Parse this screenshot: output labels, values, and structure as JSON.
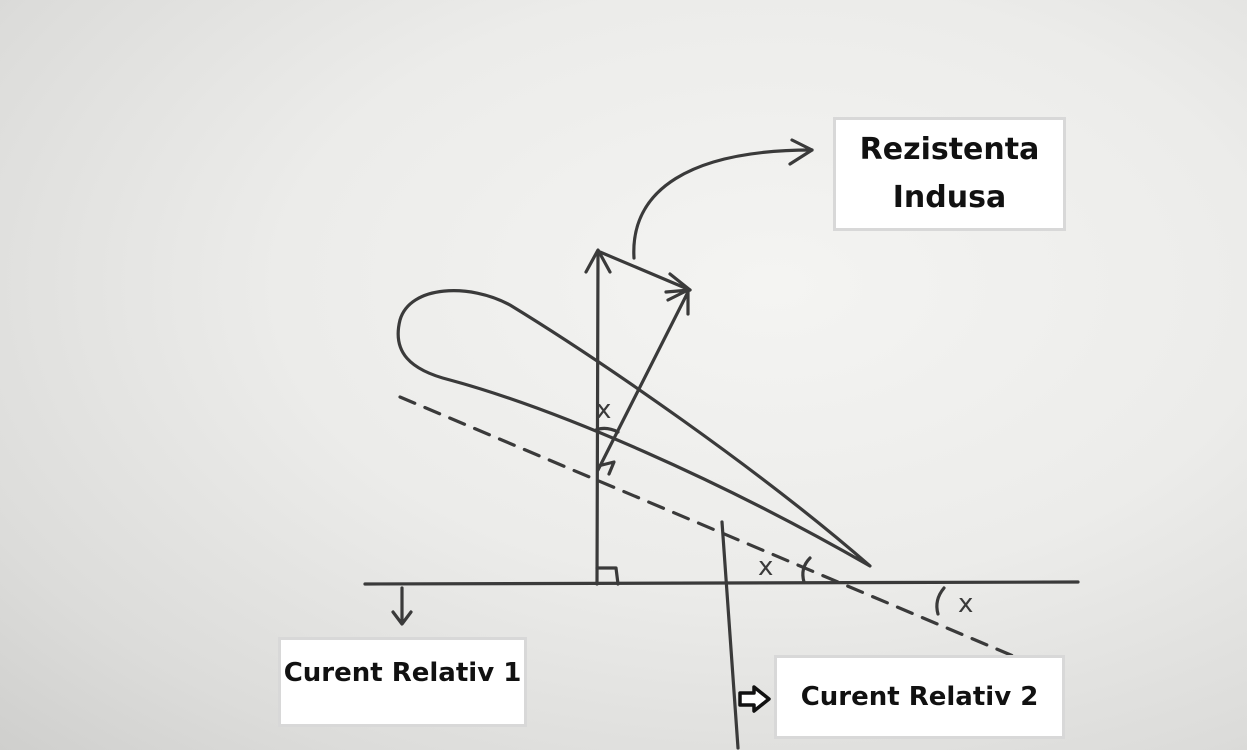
{
  "labels": {
    "induced_drag_line1": "Rezistenta",
    "induced_drag_line2": "Indusa",
    "relative_wind_1": "Curent Relativ 1",
    "relative_wind_2": "Curent Relativ 2"
  },
  "angle_symbol": "x",
  "colors": {
    "ink": "#3a3a3a",
    "label_background": "#ffffff",
    "label_text": "#111111"
  },
  "icons": [
    "arrow-right-icon"
  ]
}
